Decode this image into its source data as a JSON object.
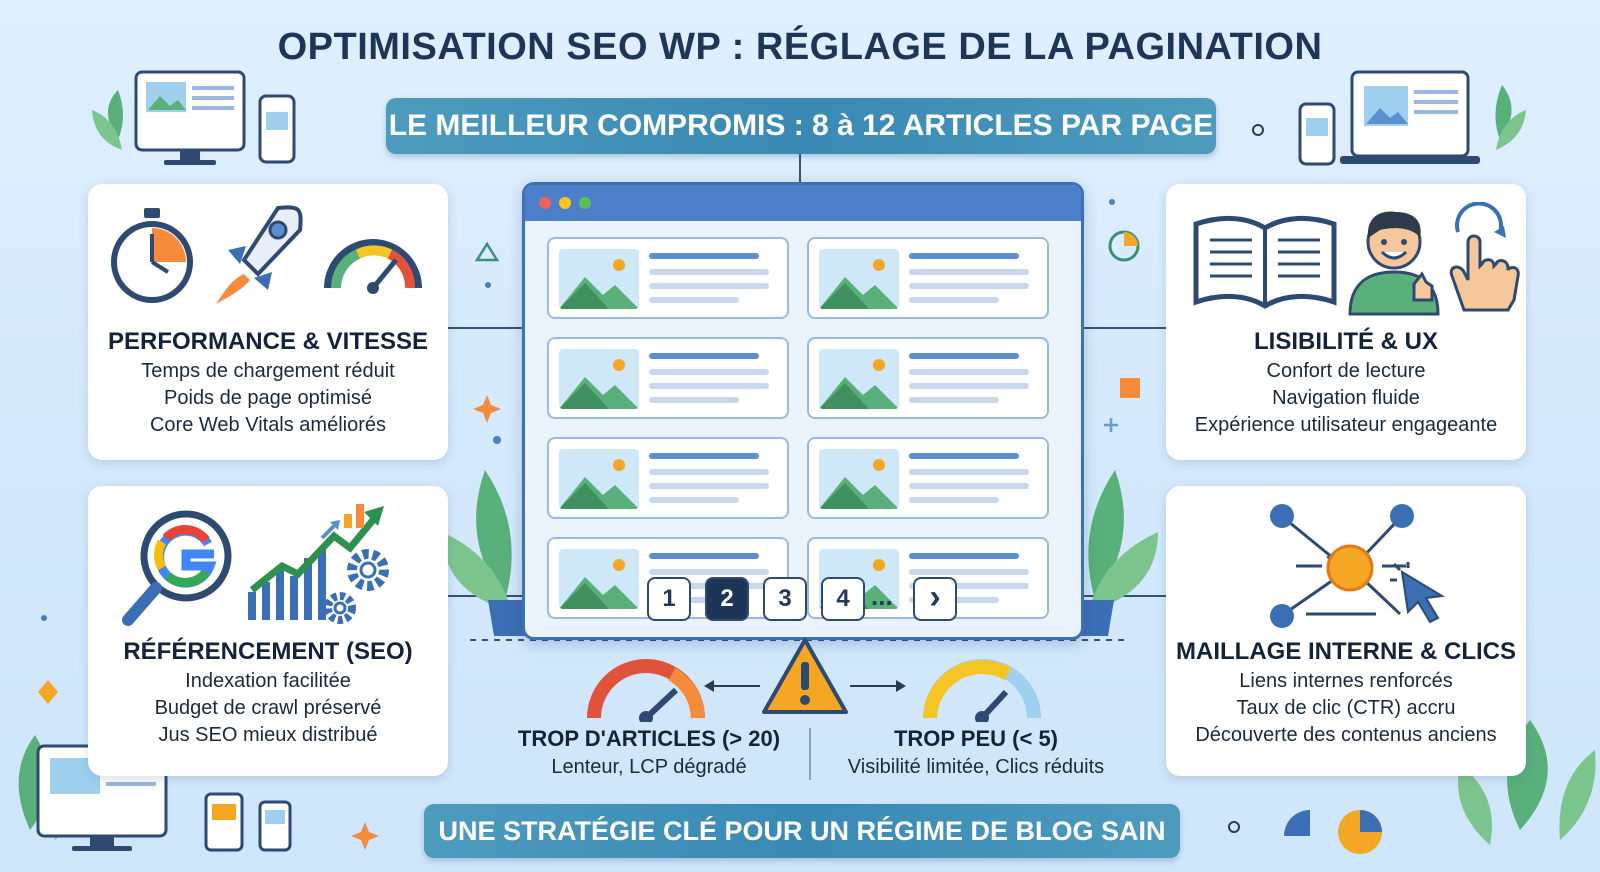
{
  "title": "OPTIMISATION SEO WP : RÉGLAGE DE LA PAGINATION",
  "banner_top": "LE MEILLEUR COMPROMIS : 8 à 12 ARTICLES PAR PAGE",
  "banner_bottom": "UNE STRATÉGIE CLÉ POUR UN RÉGIME DE BLOG SAIN",
  "cards": {
    "performance": {
      "title": "PERFORMANCE & VITESSE",
      "lines": [
        "Temps de chargement réduit",
        "Poids de page optimisé",
        "Core Web Vitals améliorés"
      ]
    },
    "seo": {
      "title": "RÉFÉRENCEMENT (SEO)",
      "lines": [
        "Indexation facilitée",
        "Budget de crawl préservé",
        "Jus SEO mieux distribué"
      ]
    },
    "ux": {
      "title": "LISIBILITÉ & UX",
      "lines": [
        "Confort de lecture",
        "Navigation fluide",
        "Expérience utilisateur engageante"
      ]
    },
    "linking": {
      "title": "MAILLAGE INTERNE & CLICS",
      "lines": [
        "Liens internes renforcés",
        "Taux de clic (CTR) accru",
        "Découverte des contenus anciens"
      ]
    }
  },
  "pagination": {
    "pages": [
      "1",
      "2",
      "3",
      "4"
    ],
    "active": "2",
    "ellipsis": "...",
    "next_glyph": "›"
  },
  "warnings": {
    "too_many": {
      "title": "TROP D'ARTICLES (> 20)",
      "sub": "Lenteur, LCP dégradé"
    },
    "too_few": {
      "title": "TROP PEU (< 5)",
      "sub": "Visibilité limitée, Clics réduits"
    }
  },
  "icons": {
    "performance": [
      "stopwatch-icon",
      "rocket-icon",
      "speedometer-icon"
    ],
    "seo": [
      "magnifier-google-icon",
      "growth-chart-icon",
      "gear-icon"
    ],
    "ux": [
      "open-book-icon",
      "smiling-person-icon",
      "tap-hand-icon"
    ],
    "linking": [
      "network-graph-icon",
      "cursor-icon"
    ],
    "warning": "warning-triangle-icon"
  },
  "colors": {
    "banner": "#3a89b5",
    "title": "#1e3557",
    "browser_frame": "#3f6fb5",
    "active_page": "#1f3557",
    "warning": "#f5a623"
  }
}
